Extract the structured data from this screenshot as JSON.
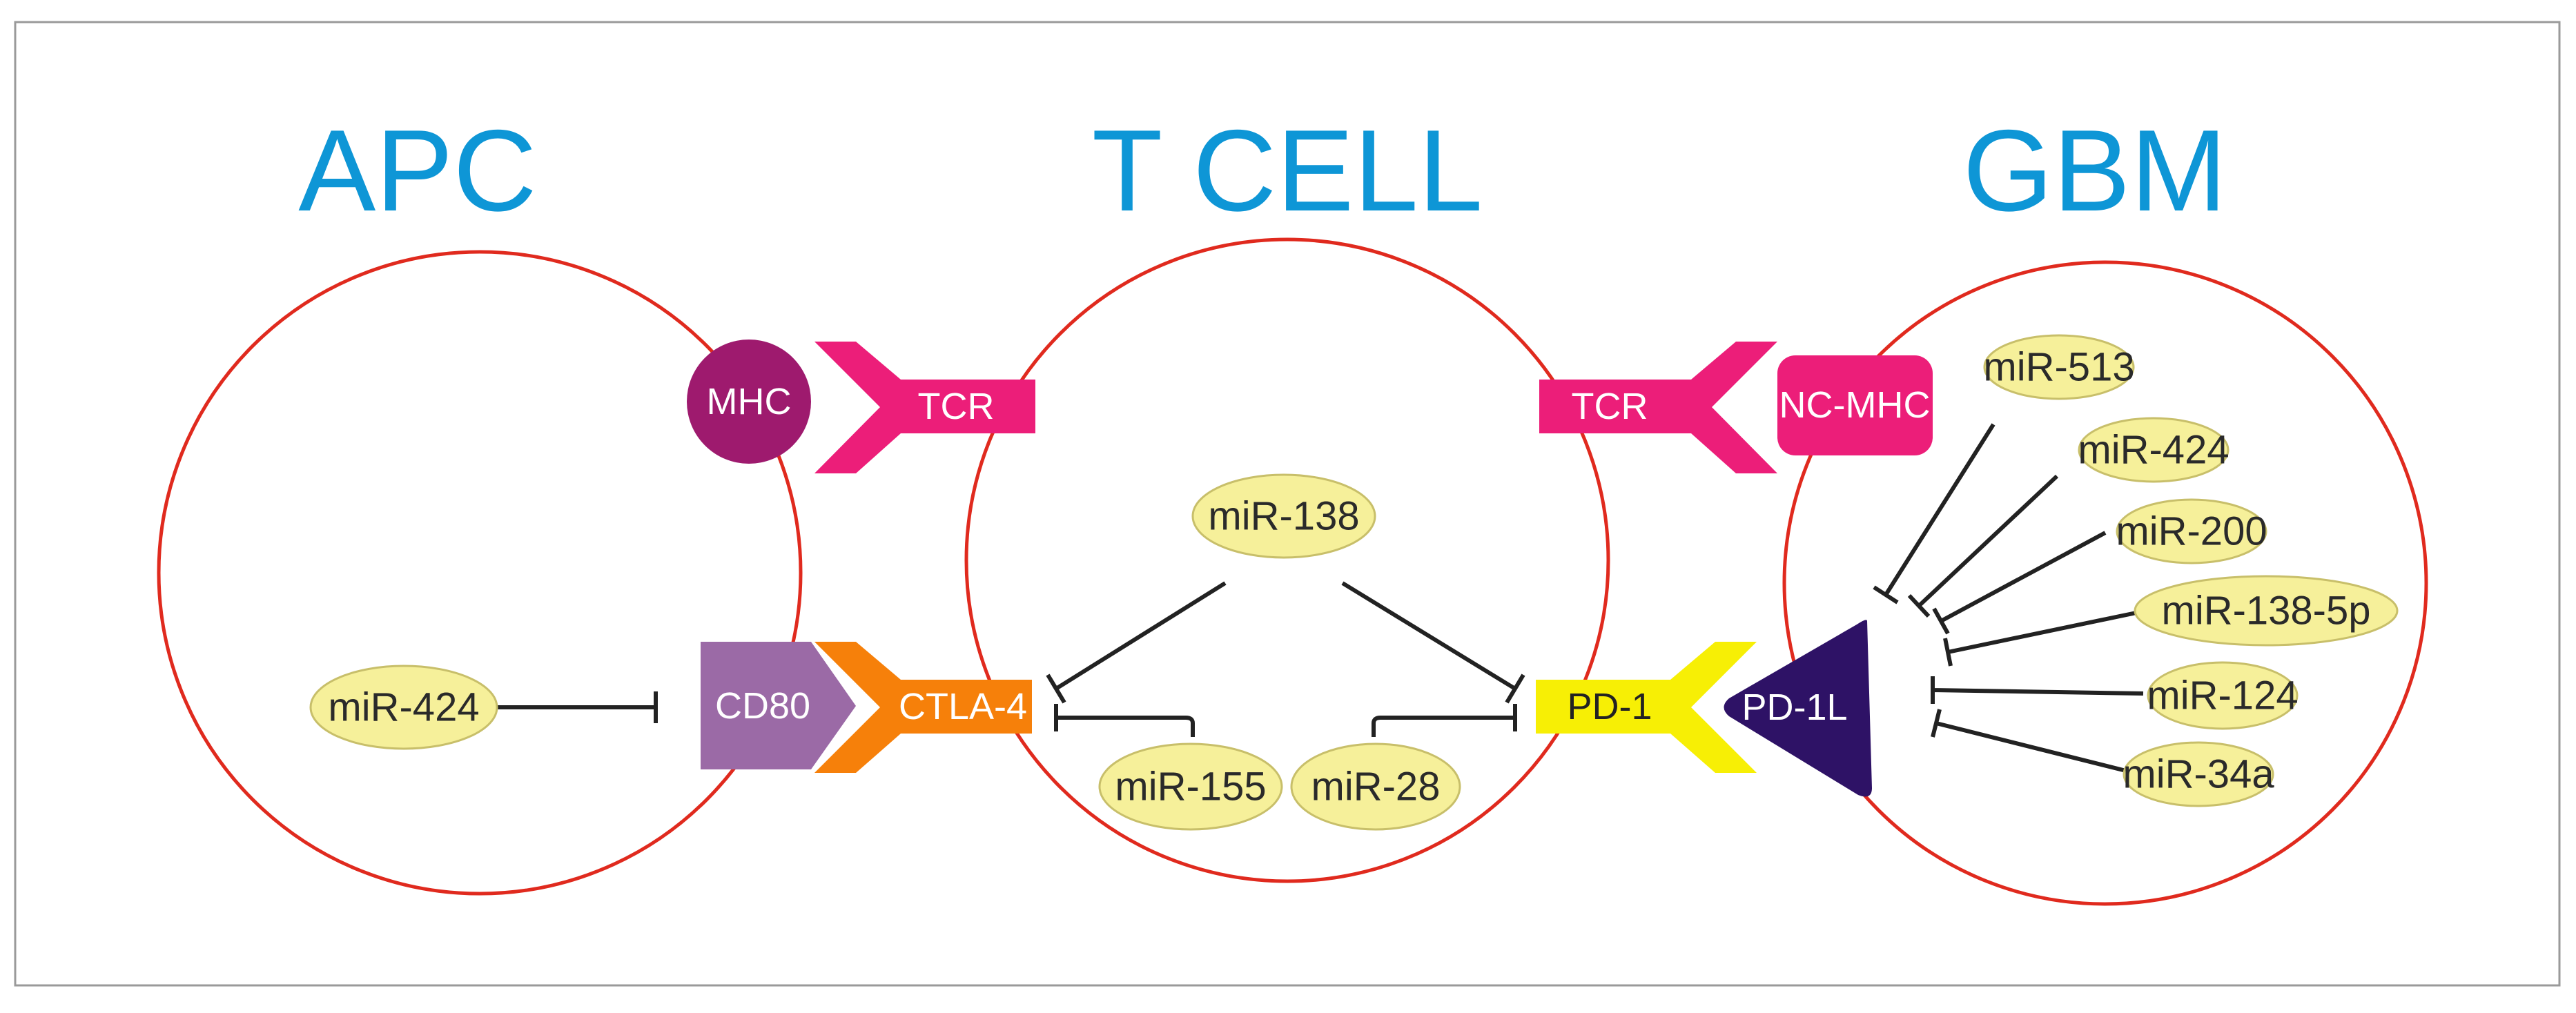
{
  "titles": {
    "apc": "APC",
    "tcell": "T CELL",
    "gbm": "GBM"
  },
  "colors": {
    "title": "#0e96d6",
    "cell_outline": "#e02a1e",
    "mirna_fill": "#f6f09a",
    "mhc": "#9e1a6e",
    "tcr": "#ec1e79",
    "nc_mhc": "#ec1e79",
    "cd80": "#9b6aa6",
    "ctla4": "#f6800a",
    "pd1": "#f7ef05",
    "pd1l": "#2e1266"
  },
  "molecules": {
    "mhc": "MHC",
    "tcr_left": "TCR",
    "tcr_right": "TCR",
    "nc_mhc": "NC-MHC",
    "cd80": "CD80",
    "ctla4": "CTLA-4",
    "pd1": "PD-1",
    "pd1l": "PD-1L"
  },
  "mirnas": {
    "apc_mir424": "miR-424",
    "mir138": "miR-138",
    "mir155": "miR-155",
    "mir28": "miR-28",
    "gbm_mir513": "miR-513",
    "gbm_mir424": "miR-424",
    "gbm_mir200": "miR-200",
    "gbm_mir138_5p": "miR-138-5p",
    "gbm_mir124": "miR-124",
    "gbm_mir34a": "miR-34a"
  }
}
